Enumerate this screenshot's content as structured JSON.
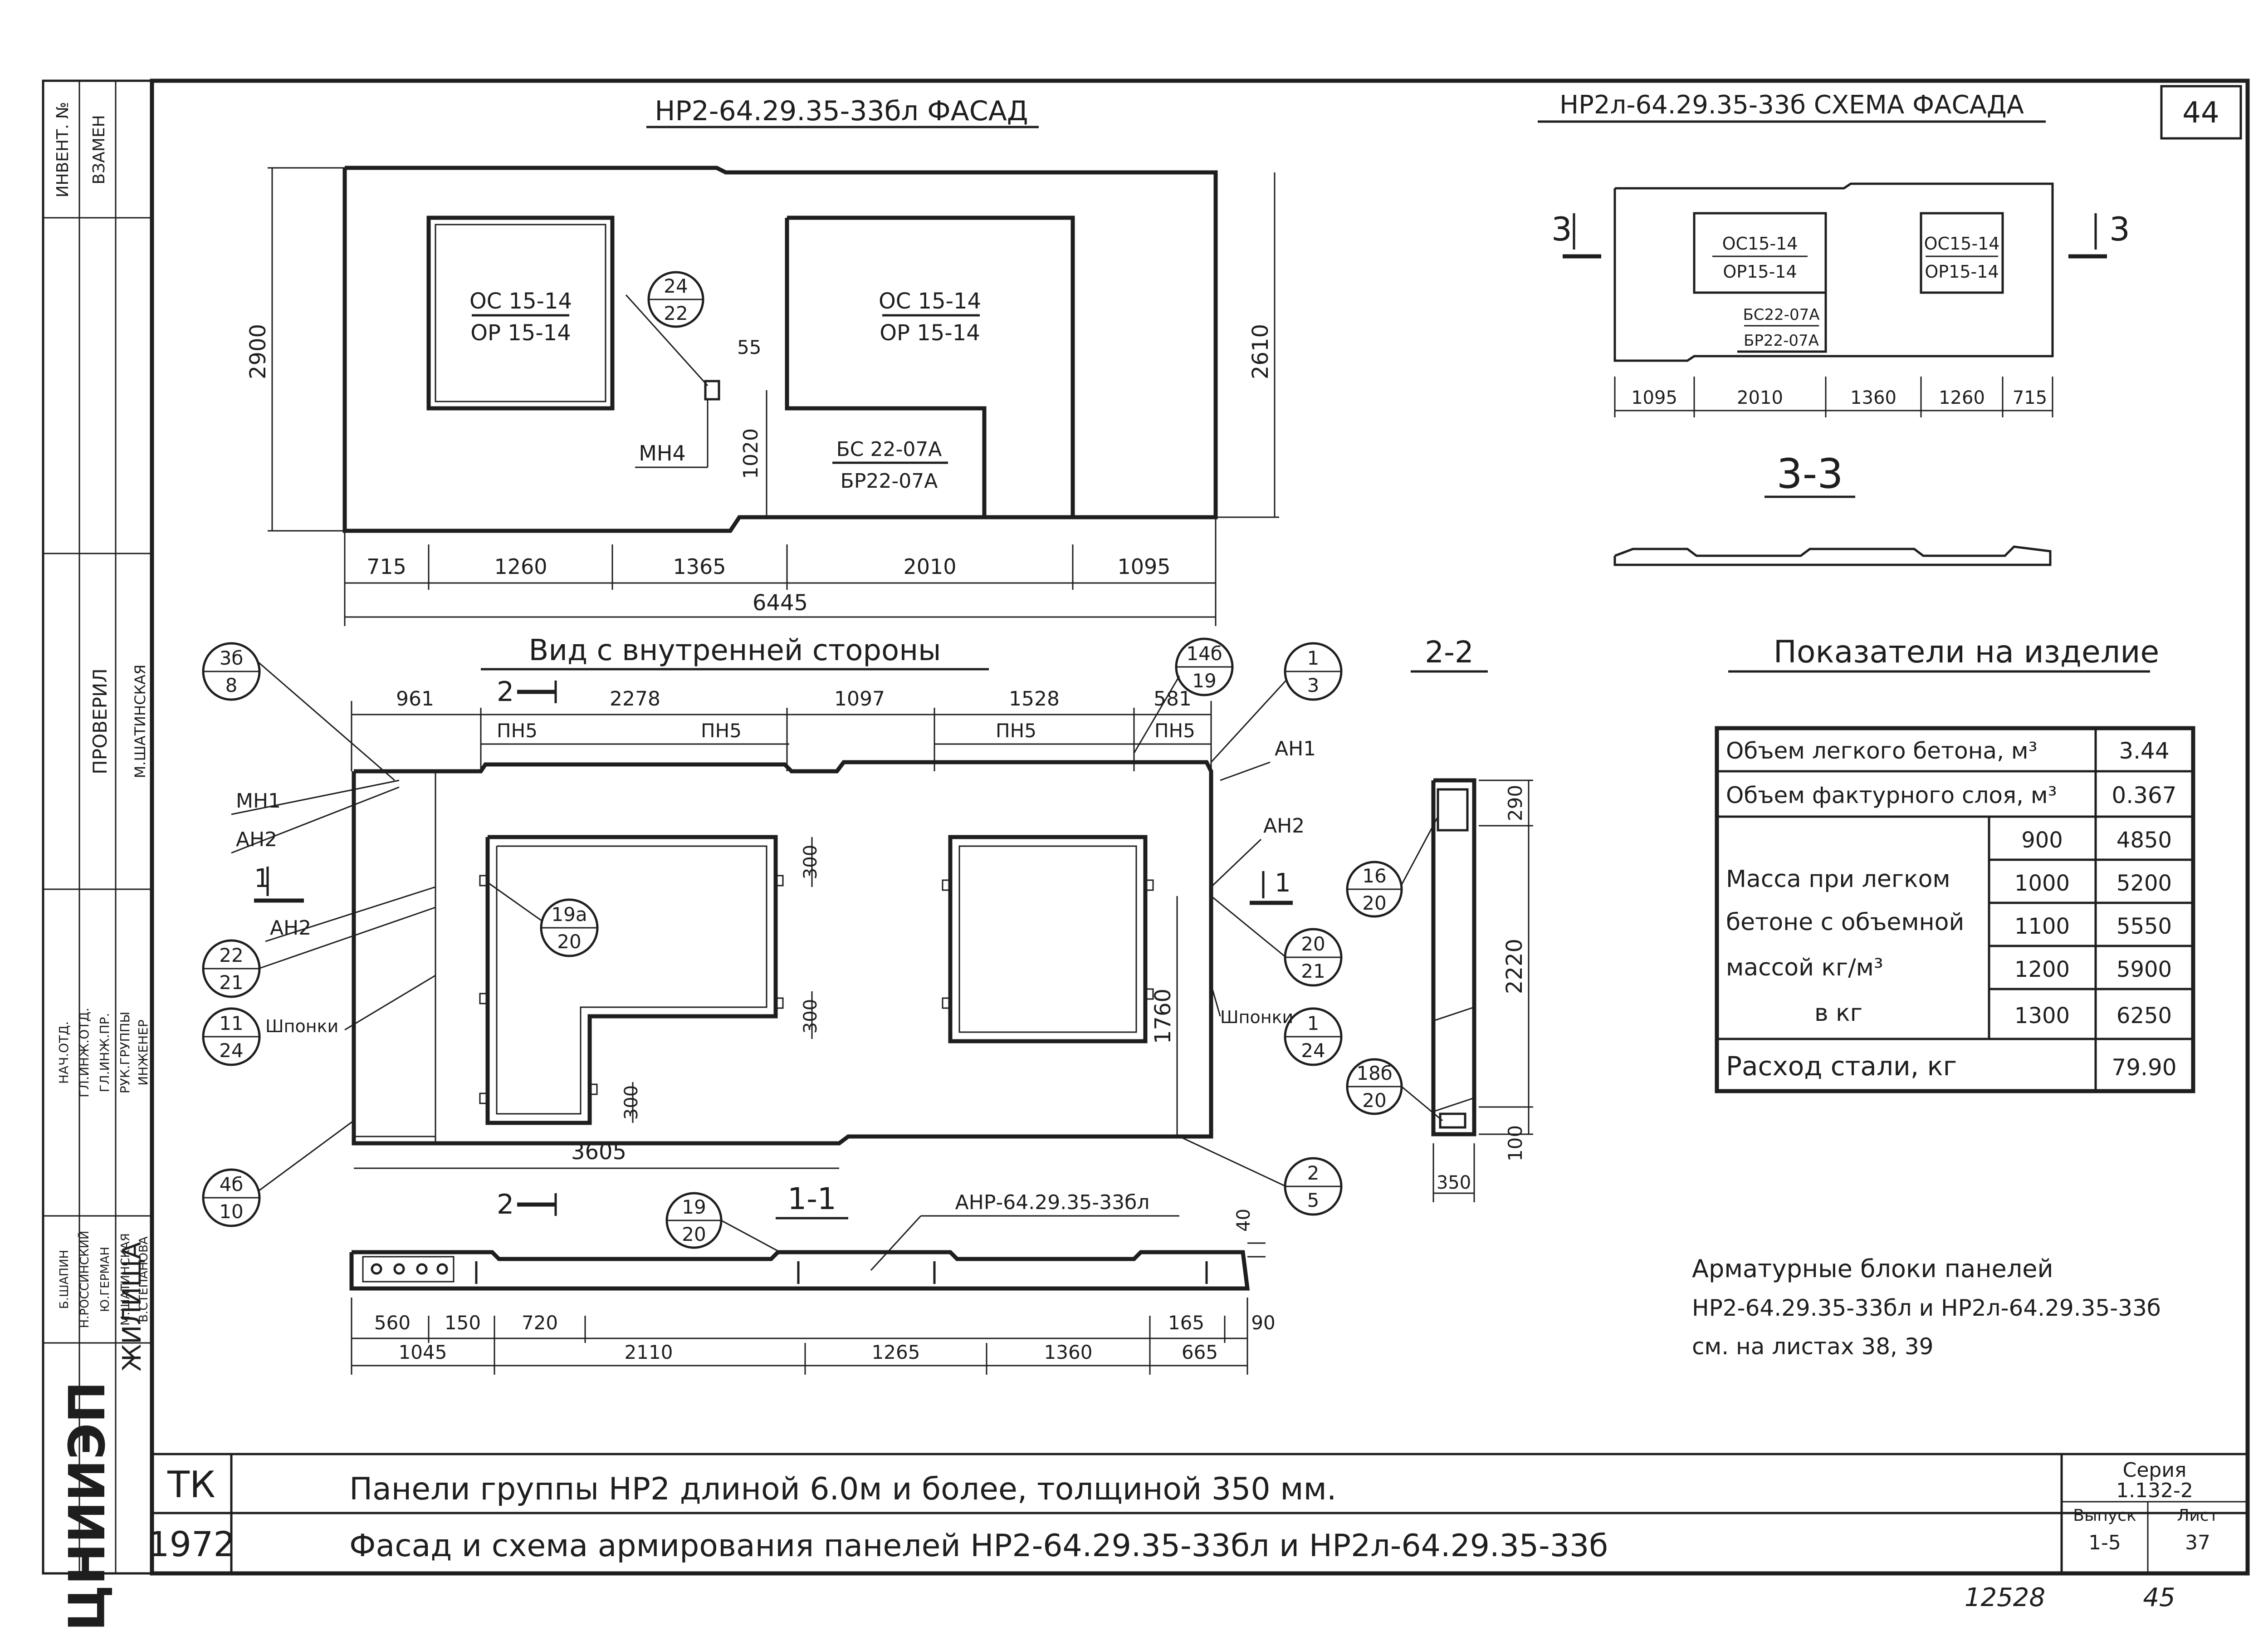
{
  "sheet": {
    "number_box": "44",
    "handwritten_number": "12528",
    "handwritten_page": "45"
  },
  "facade": {
    "title": "НР2-64.29.35-33бл ФАСАД",
    "window_label_top": "ОС 15-14",
    "window_label_bottom": "ОР 15-14",
    "door_label_top": "ОС 15-14",
    "door_label_bottom": "ОР 15-14",
    "balcony_label_top": "БС 22-07А",
    "balcony_label_bottom": "БР22-07А",
    "callout_top": "24",
    "callout_bottom": "22",
    "mn_label": "МН4",
    "dim_55": "55",
    "dim_1020": "1020",
    "dim_2900": "2900",
    "dim_2610": "2610",
    "dims_bottom": [
      "715",
      "1260",
      "1365",
      "2010",
      "1095"
    ],
    "dim_total": "6445"
  },
  "scheme": {
    "title": "НР2л-64.29.35-33б СХЕМА ФАСАДА",
    "window1_top": "ОС15-14",
    "window1_bottom": "ОР15-14",
    "window2_top": "ОС15-14",
    "window2_bottom": "ОР15-14",
    "balcony_top": "БС22-07А",
    "balcony_bottom": "БР22-07А",
    "cut_left": "3",
    "cut_right": "3",
    "dims": [
      "1095",
      "2010",
      "1360",
      "1260",
      "715"
    ],
    "section_label": "3-3"
  },
  "inner_view": {
    "title": "Вид с внутренней стороны",
    "dims_top": [
      "961",
      "2278",
      "1097",
      "1528",
      "581"
    ],
    "pn_labels": [
      "ПН5",
      "ПН5",
      "ПН5",
      "ПН5"
    ],
    "cut_label": "2",
    "cut_label_bottom": "2",
    "left_labels": [
      "МН1",
      "АН2",
      "АН2",
      "Шпонки"
    ],
    "cut1": "1",
    "right_labels": [
      "АН1",
      "АН2",
      "Шпонки"
    ],
    "cut1_right": "1",
    "dims_300": [
      "300",
      "300",
      "300"
    ],
    "dim_1760": "1760",
    "dim_3605": "3605",
    "callouts": [
      {
        "top": "3б",
        "bottom": "8"
      },
      {
        "top": "22",
        "bottom": "21"
      },
      {
        "top": "11",
        "bottom": "24"
      },
      {
        "top": "4б",
        "bottom": "10"
      },
      {
        "top": "19а",
        "bottom": "20"
      },
      {
        "top": "14б",
        "bottom": "19"
      },
      {
        "top": "1",
        "bottom": "3"
      },
      {
        "top": "20",
        "bottom": "21"
      },
      {
        "top": "1",
        "bottom": "24"
      },
      {
        "top": "2",
        "bottom": "5"
      }
    ]
  },
  "section_2_2": {
    "label": "2-2",
    "dim_290": "290",
    "dim_2220": "2220",
    "dim_100": "100",
    "dim_350": "350",
    "callout1_top": "16",
    "callout1_bottom": "20",
    "callout2_top": "18б",
    "callout2_bottom": "20"
  },
  "section_1_1": {
    "label": "1-1",
    "anr_label": "АНР-64.29.35-33бл",
    "callout_top": "19",
    "callout_bottom": "20",
    "dim_40": "40",
    "dims_row1": [
      "560",
      "150",
      "720",
      "165",
      "90"
    ],
    "dims_row2": [
      "1045",
      "2110",
      "1265",
      "1360",
      "665"
    ]
  },
  "indicators": {
    "title": "Показатели на изделие",
    "rows": [
      {
        "label": "Объем легкого бетона, м³",
        "value": "3.44"
      },
      {
        "label": "Объем фактурного слоя, м³",
        "value": "0.367"
      }
    ],
    "mass_label_lines": [
      "Масса при легком",
      "бетоне с объемной",
      "массой кг/м³",
      "в кг"
    ],
    "mass_rows": [
      {
        "density": "900",
        "mass": "4850"
      },
      {
        "density": "1000",
        "mass": "5200"
      },
      {
        "density": "1100",
        "mass": "5550"
      },
      {
        "density": "1200",
        "mass": "5900"
      },
      {
        "density": "1300",
        "mass": "6250"
      }
    ],
    "steel_label": "Расход стали, кг",
    "steel_value": "79.90"
  },
  "note": {
    "line1": "Арматурные блоки панелей",
    "line2": "НР2-64.29.35-33бл и НР2л-64.29.35-33б",
    "line3": "см. на листах 38, 39"
  },
  "side_stamp": {
    "col_headers": [
      "ИНВЕНТ. №",
      "ВЗАМЕН"
    ],
    "check_label": "ПРОВЕРИЛ",
    "roles": [
      "НАЧ.ОТД.",
      "ГЛ.ИНЖ.ОТД.",
      "ГЛ.ИНЖ.ПР.",
      "РУК.ГРУППЫ",
      "ИНЖЕНЕР"
    ],
    "names": [
      "Б.ШАПИН",
      "Н.РОССИНСКИЙ",
      "Ю.ГЕРМАН",
      "М.ШАТИНСКАЯ",
      "В.СТЕПАНОВА"
    ],
    "checkers": [
      "РУК.ГРУППЫ",
      "М.ШАТИНСКАЯ"
    ],
    "org_logo": "ЦНИИЭП",
    "org_dept": "ЖИЛИЩА"
  },
  "title_block": {
    "code_tk": "ТК",
    "year": "1972",
    "title_line1": "Панели группы НР2 длиной 6.0м и более, толщиной   350 мм.",
    "title_line2": "Фасад и схема армирования панелей   НР2-64.29.35-33бл и НР2л-64.29.35-33б",
    "series_label": "Серия",
    "series_value": "1.132-2",
    "issue_label": "Выпуск",
    "issue_value": "1-5",
    "sheet_label": "Лист",
    "sheet_value": "37"
  }
}
